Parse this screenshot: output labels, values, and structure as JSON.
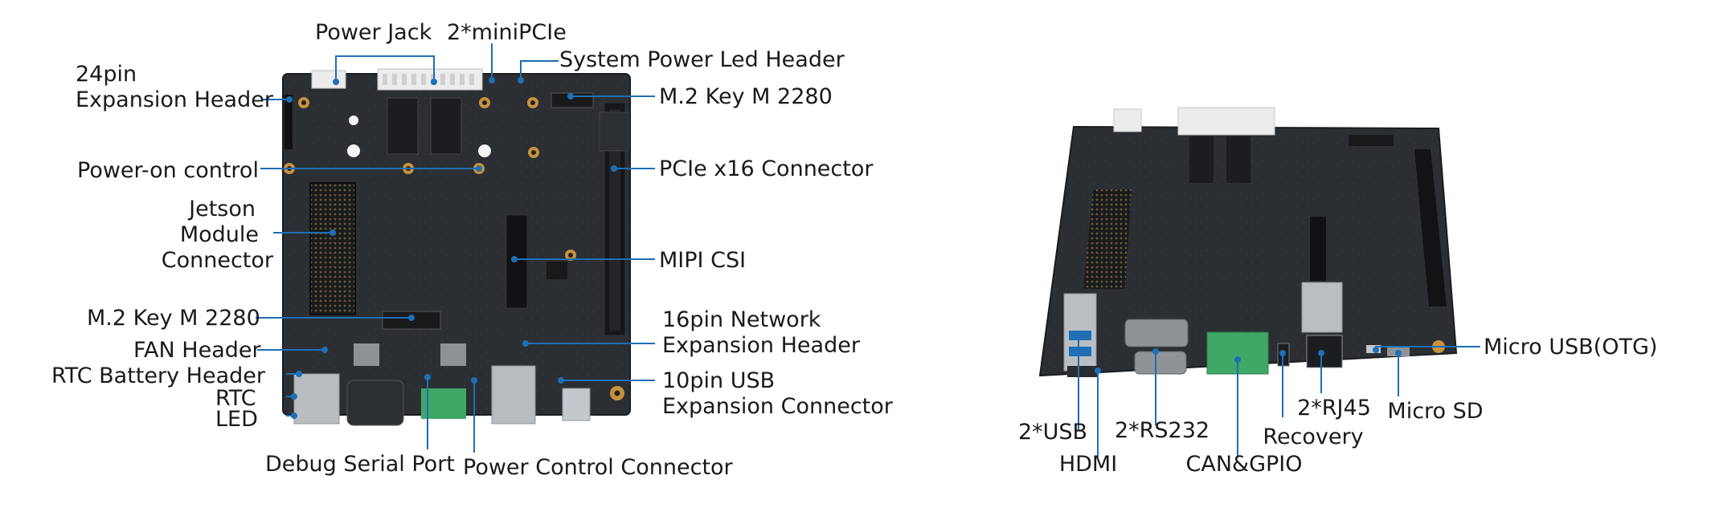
{
  "colors": {
    "callout": "#1f6fb5",
    "board": "#2b2f33",
    "board_dark": "#1c1f22",
    "connector": "#111315",
    "gold": "#c7923e",
    "green_terminal": "#3fa867",
    "metal": "#b9bec3",
    "white_connector": "#e9e9e9"
  },
  "callouts_left": {
    "power_jack": "Power Jack",
    "minipcie": "2*miniPCIe",
    "system_power_led_header": "System Power Led Header",
    "expansion_24pin_l1": "24pin",
    "expansion_24pin_l2": "Expansion Header",
    "m2_key_m_top": "M.2 Key M 2280",
    "power_on_control": "Power-on control",
    "pcie_x16": "PCIe x16 Connector",
    "jetson_l1": "Jetson",
    "jetson_l2": "Module",
    "jetson_l3": "Connector",
    "mipi_csi": "MIPI CSI",
    "m2_key_m_bottom": "M.2 Key M 2280",
    "network_16pin_l1": "16pin Network",
    "network_16pin_l2": "Expansion Header",
    "fan_header": "FAN Header",
    "rtc_battery_header": "RTC Battery Header",
    "usb_10pin_l1": "10pin USB",
    "usb_10pin_l2": "Expansion Connector",
    "rtc": "RTC",
    "led": "LED",
    "debug_serial_port": "Debug Serial Port",
    "power_control_connector": "Power Control Connector"
  },
  "callouts_right": {
    "micro_usb_otg": "Micro USB(OTG)",
    "usb2": "2*USB",
    "rs232": "2*RS232",
    "rj45": "2*RJ45",
    "micro_sd": "Micro SD",
    "hdmi": "HDMI",
    "can_gpio": "CAN&GPIO",
    "recovery": "Recovery"
  }
}
